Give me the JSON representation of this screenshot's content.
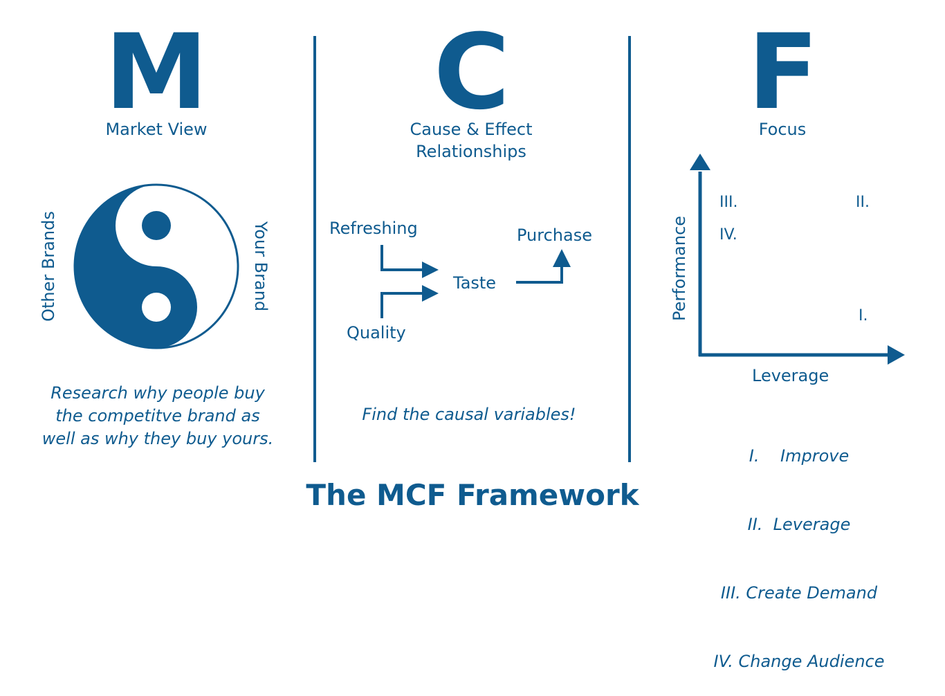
{
  "colors": {
    "brand": "#0f5b8f",
    "background": "#ffffff"
  },
  "footer": {
    "title": "The MCF Framework"
  },
  "market": {
    "letter": "M",
    "title": "Market View",
    "left_label": "Other Brands",
    "right_label": "Your Brand",
    "icon": "yin-yang-icon",
    "note_lines": [
      "Research why people buy",
      "the competitve brand as",
      "well as why they buy yours."
    ]
  },
  "cause": {
    "letter": "C",
    "title_lines": [
      "Cause & Effect",
      "Relationships"
    ],
    "nodes": {
      "refreshing": "Refreshing",
      "quality": "Quality",
      "taste": "Taste",
      "purchase": "Purchase"
    },
    "note": "Find the causal variables!"
  },
  "focus": {
    "letter": "F",
    "title": "Focus",
    "y_axis": "Performance",
    "x_axis": "Leverage",
    "quadrant_marks": {
      "top_left_upper": "III.",
      "top_left_lower": "IV.",
      "top_right": "II.",
      "bottom_right": "I."
    },
    "legend_lines": [
      "I.    Improve",
      "II.  Leverage",
      "III. Create Demand",
      "IV. Change Audience"
    ]
  }
}
